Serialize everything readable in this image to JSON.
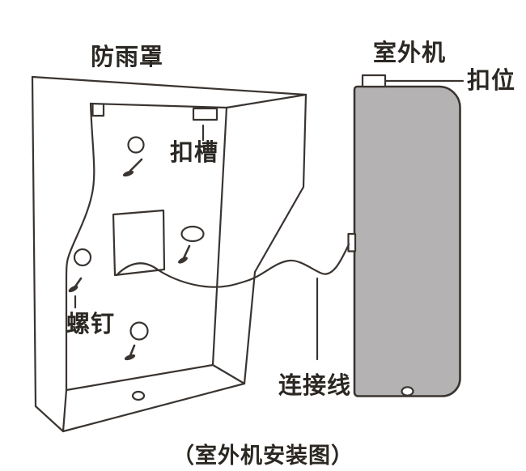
{
  "diagram": {
    "caption": "（室外机安装图）",
    "labels": {
      "rain_cover": "防雨罩",
      "outdoor_unit": "室外机",
      "buckle": "扣位",
      "buckle_slot": "扣槽",
      "screw": "螺钉",
      "connection_wire": "连接线"
    },
    "parts": {
      "rain_cover_holes": "4 screw holes, 1 wire cutout, 1 bottom hole",
      "outdoor_unit_features": "top buckle tab, side wire entry tab, bottom sound hole"
    },
    "colors": {
      "line": "#3a3430",
      "unit_fill": "#b4b2b2",
      "text": "#2b2723",
      "background": "#ffffff"
    }
  }
}
